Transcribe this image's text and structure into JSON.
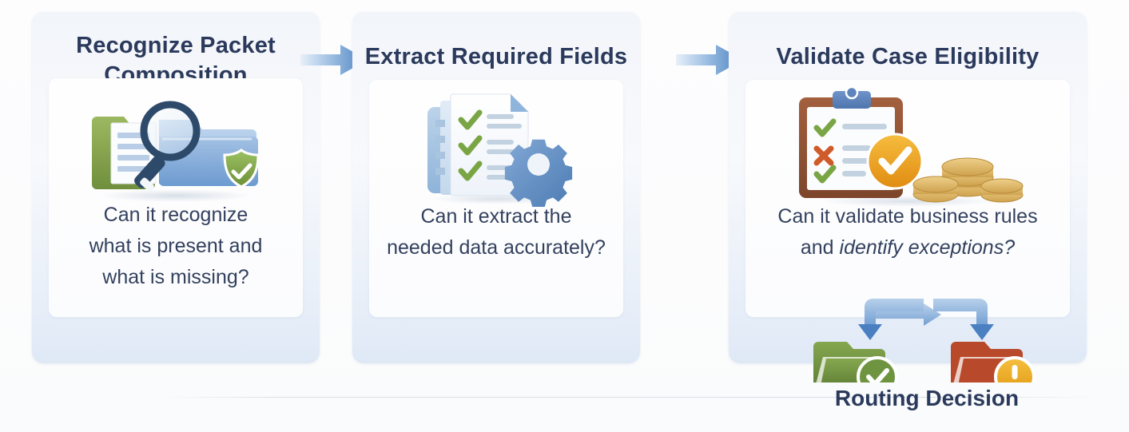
{
  "diagram": {
    "title_color": "#2b3a5c",
    "body_color": "#33415e",
    "accent_blue": "#4a7fc1",
    "accent_green": "#7aa544",
    "accent_orange": "#eaa81f",
    "accent_red": "#bf4a28",
    "stages": [
      {
        "id": "recognize-packet-composition",
        "title": "Recognize Packet Composition",
        "question": "Can it recognize what is present and what is missing?",
        "question_lines": [
          "Can it recognize",
          "what is present and",
          "what is missing?"
        ],
        "icon": "folders-magnifier-shield-icon"
      },
      {
        "id": "extract-required-fields",
        "title": "Extract Required Fields",
        "question": "Can it extract the needed data accurately?",
        "question_lines": [
          "Can it extract the",
          "needed data accurately?"
        ],
        "icon": "checklist-document-gear-icon"
      },
      {
        "id": "validate-case-eligibility",
        "title": "Validate Case Eligibility",
        "question": "Can it validate business rules and identify exceptions?",
        "question_lines_html": [
          {
            "text": "Can it validate business rules",
            "emphasis": null
          },
          {
            "text": "and ",
            "emphasis_text": "identify exceptions?"
          }
        ],
        "question_plain_prefix": "and ",
        "question_emphasis": "identify exceptions?",
        "question_first_line": "Can it validate business rules",
        "icon": "clipboard-checklist-coins-icon"
      }
    ],
    "connectors": [
      {
        "id": "connector-stage1-stage2",
        "icon": "right-arrow-icon"
      },
      {
        "id": "connector-stage2-stage3",
        "icon": "right-arrow-icon"
      }
    ],
    "routing": {
      "label": "Routing Decision",
      "branches": [
        {
          "id": "approved-branch",
          "icon": "green-folder-check-icon",
          "color": "#6f9440"
        },
        {
          "id": "exception-branch",
          "icon": "red-folder-warning-icon",
          "color": "#bf4a28"
        }
      ],
      "split_arrow_icon": "branching-arrow-icon"
    }
  }
}
